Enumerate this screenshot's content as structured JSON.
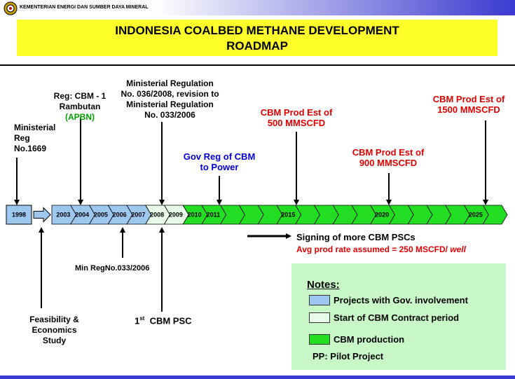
{
  "header": {
    "ministry": "KEMENTERIAN ENERGI DAN SUMBER DAYA MINERAL",
    "title_line1": "INDONESIA COALBED METHANE DEVELOPMENT",
    "title_line2": "ROADMAP"
  },
  "timeline": {
    "start_year": "1998",
    "years": [
      "2003",
      "2004",
      "2005",
      "2006",
      "2007",
      "2008",
      "2009",
      "2010",
      "2011",
      "2015",
      "2020",
      "2025"
    ],
    "phases": {
      "gov": [
        "1998",
        "2003",
        "2004",
        "2005",
        "2006",
        "2007"
      ],
      "contract": [
        "2008",
        "2009"
      ],
      "production": [
        "2010",
        "2011",
        "2015",
        "2020",
        "2025"
      ]
    }
  },
  "annotations": {
    "ministerial_reg": "Ministerial\nReg\nNo.1669",
    "reg_cbm_1": "Reg: CBM - 1\nRambutan",
    "apbn": "(APBN)",
    "ministerial_regulation": "Ministerial Regulation\nNo. 036/2008, revision to\nMinisterial Regulation\nNo. 033/2006",
    "gov_reg": "Gov Reg of CBM\nto Power",
    "prod_500": "CBM Prod Est of\n500 MMSCFD",
    "prod_900": "CBM Prod Est of\n900 MMSCFD",
    "prod_1500": "CBM Prod Est of\n1500 MMSCFD",
    "feasibility": "Feasibility &\nEconomics\nStudy",
    "min_reg_033": "Min RegNo.033/2006",
    "first_psc_prefix": "1",
    "first_psc_sup": "st",
    "first_psc_label": "CBM PSC",
    "signing": "Signing of more CBM PSCs",
    "avg_prod": "Avg prod rate assumed = 250 MSCFD/",
    "avg_prod_unit": "well"
  },
  "notes": {
    "title": "Notes:",
    "items": [
      "Projects with Gov. involvement",
      "Start of CBM Contract period",
      "CBM production"
    ],
    "pp": "PP: Pilot Project"
  },
  "colors": {
    "gov": "#9ec7f0",
    "contract": "#e8fbe8",
    "production": "#22dd22",
    "red_text": "#e00000",
    "blue_text": "#0000d8",
    "title_bg": "#ffff2a",
    "notes_bg": "#c8f7c8"
  }
}
